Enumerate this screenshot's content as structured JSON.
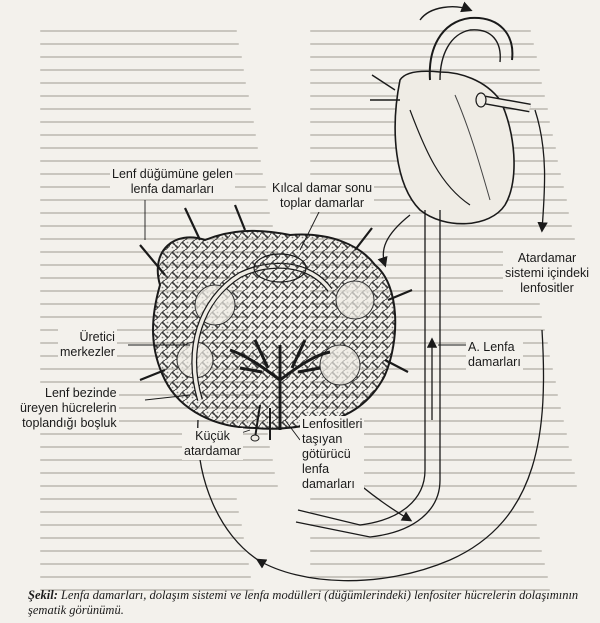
{
  "labels": {
    "lymph_node_vessels": "Lenf düğümüne gelen\nlenfa damarları",
    "capillary_end": "Kılcal damar sonu\ntoplar damarlar",
    "arteries": "Atardamar\nsistemi içindeki\nlenfositler",
    "germinal_centers": "Üretici\nmerkezler",
    "cortex_space": "Lenf bezinde\nüreyen hücrelerin\ntoplandığı boşluk",
    "a_lymph": "A. Lenfa\ndamarları",
    "small_artery": "Küçük\natardamar",
    "efferent": "Lenfositleri\ntaşıyan\ngötürücü\nlenfa\ndamarları"
  },
  "caption": {
    "prefix": "Şekil:",
    "text": "Lenfa damarları, dolaşım sistemi ve lenfa modülleri (düğümlerindeki) lenfositer hücrelerin dolaşımının şematik görünümü."
  }
}
